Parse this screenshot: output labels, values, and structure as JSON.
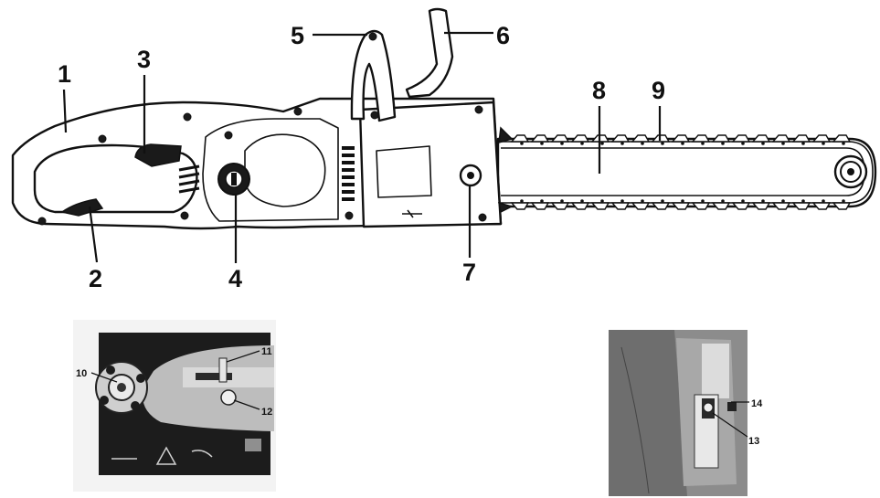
{
  "callouts": {
    "c1": "1",
    "c2": "2",
    "c3": "3",
    "c4": "4",
    "c5": "5",
    "c6": "6",
    "c7": "7",
    "c8": "8",
    "c9": "9",
    "c10": "10",
    "c11": "11",
    "c12": "12",
    "c13": "13",
    "c14": "14"
  },
  "colors": {
    "line": "#111111",
    "photo_dark": "#1c1c1c",
    "photo_light": "#d9d9d9",
    "background": "#ffffff"
  }
}
